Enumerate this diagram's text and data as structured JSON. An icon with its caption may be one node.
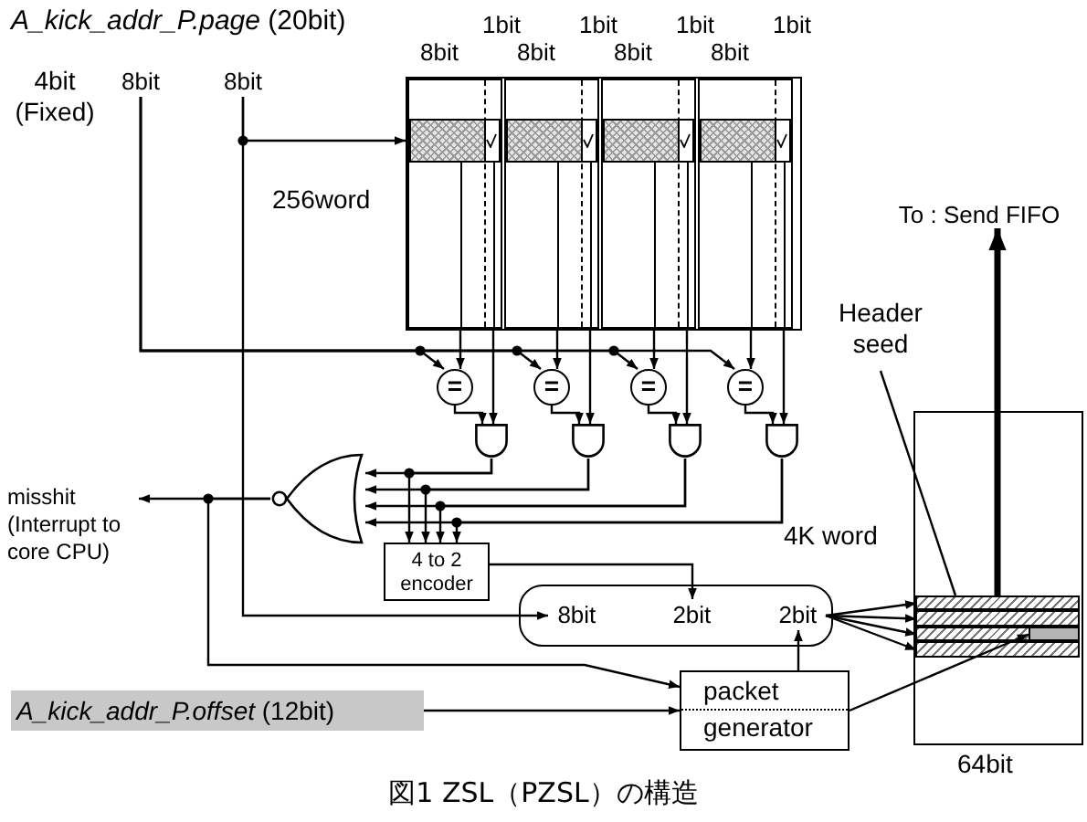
{
  "diagram": {
    "caption": "図1 ZSL（PZSL）の構造",
    "nodes": [
      {
        "text": [
          "8bit"
        ]
      },
      {
        "text": [
          "8bit"
        ]
      },
      {
        "text": [],
        "shape": "box",
        "beside": [
          "256word"
        ]
      },
      {
        "text": [
          "1bit",
          "8bit"
        ],
        "in": 2
      },
      {
        "text": [
          "1bit",
          "8bit"
        ],
        "in": 2
      },
      {
        "text": [
          "1bit",
          "8bit"
        ],
        "in": 2
      },
      {
        "text": [
          "1bit",
          "8bit"
        ],
        "in": 2
      },
      {
        "text": [
          "="
        ]
      },
      {
        "text": [
          "="
        ]
      },
      {
        "text": [
          "="
        ]
      },
      {
        "text": [
          "="
        ]
      },
      {
        "text": [],
        "shape": "and"
      },
      {
        "text": [],
        "shape": "and"
      },
      {
        "text": [],
        "shape": "and"
      },
      {
        "text": [],
        "shape": "and"
      },
      {
        "text": [],
        "shape": "nor"
      },
      {
        "text": [
          "4 to 2 encoder"
        ]
      },
      {
        "text": [
          "misshit (Interrupt to core CPU)"
        ]
      },
      {
        "text": [],
        "shape": "box"
      },
      {
        "text": [
          "8bit"
        ],
        "in": 18
      },
      {
        "text": [
          "2bit"
        ],
        "in": 18
      },
      {
        "text": [
          "2bit"
        ],
        "in": 18
      },
      {
        "text": [
          "*A_kick_addr_P.offset* (12bit)"
        ]
      },
      {
        "text": [
          "packet generator"
        ]
      },
      {
        "text": [],
        "shape": "box",
        "beside": [
          "4K word",
          "64bit"
        ]
      },
      {
        "text": [],
        "shape": "bar",
        "in": 24
      },
      {
        "text": [],
        "shape": "bar",
        "in": 24
      },
      {
        "text": [],
        "shape": "bar",
        "in": 24
      },
      {
        "text": [],
        "shape": "bar",
        "in": 24
      },
      {
        "text": [],
        "shape": "box",
        "in": 27
      },
      {
        "text": [
          "To : Send FIFO"
        ]
      },
      {
        "text": [
          "Header seed"
        ]
      }
    ],
    "edges": [
      {
        "from": 1,
        "to": 2,
        "arrow": "to"
      },
      {
        "from": 1,
        "to": 19,
        "arrow": "to"
      },
      {
        "from": 0,
        "to": 7,
        "arrow": "to"
      },
      {
        "from": 0,
        "to": 8,
        "arrow": "to"
      },
      {
        "from": 0,
        "to": 9,
        "arrow": "to"
      },
      {
        "from": 0,
        "to": 10,
        "arrow": "to"
      },
      {
        "from": 3,
        "to": 7,
        "arrow": "to"
      },
      {
        "from": 4,
        "to": 8,
        "arrow": "to"
      },
      {
        "from": 5,
        "to": 9,
        "arrow": "to"
      },
      {
        "from": 6,
        "to": 10,
        "arrow": "to"
      },
      {
        "from": 3,
        "to": 11,
        "arrow": "to"
      },
      {
        "from": 4,
        "to": 12,
        "arrow": "to"
      },
      {
        "from": 5,
        "to": 13,
        "arrow": "to"
      },
      {
        "from": 6,
        "to": 14,
        "arrow": "to"
      },
      {
        "from": 7,
        "to": 11,
        "arrow": "to"
      },
      {
        "from": 8,
        "to": 12,
        "arrow": "to"
      },
      {
        "from": 9,
        "to": 13,
        "arrow": "to"
      },
      {
        "from": 10,
        "to": 14,
        "arrow": "to"
      },
      {
        "from": 11,
        "to": 15,
        "arrow": "to"
      },
      {
        "from": 12,
        "to": 15,
        "arrow": "to"
      },
      {
        "from": 13,
        "to": 15,
        "arrow": "to"
      },
      {
        "from": 14,
        "to": 15,
        "arrow": "to"
      },
      {
        "from": 11,
        "to": 16,
        "arrow": "to"
      },
      {
        "from": 12,
        "to": 16,
        "arrow": "to"
      },
      {
        "from": 13,
        "to": 16,
        "arrow": "to"
      },
      {
        "from": 14,
        "to": 16,
        "arrow": "to"
      },
      {
        "from": 15,
        "to": 17,
        "arrow": "to"
      },
      {
        "from": 15,
        "to": 23,
        "arrow": "to"
      },
      {
        "from": 16,
        "to": 20,
        "arrow": "to"
      },
      {
        "from": 23,
        "to": 21,
        "arrow": "to"
      },
      {
        "from": 21,
        "to": 25,
        "arrow": "to"
      },
      {
        "from": 21,
        "to": 26,
        "arrow": "to"
      },
      {
        "from": 21,
        "to": 27,
        "arrow": "to"
      },
      {
        "from": 21,
        "to": 28,
        "arrow": "to"
      },
      {
        "from": 22,
        "to": 23,
        "arrow": "to"
      },
      {
        "from": 23,
        "to": 29,
        "arrow": "to"
      },
      {
        "from": 25,
        "to": 30,
        "arrow": "to",
        "style": "thick"
      },
      {
        "from": 31,
        "to": 25,
        "arrow": "none"
      }
    ],
    "labels": [
      "*A_kick_addr_P.page* (20bit)",
      "4bit (Fixed)"
    ]
  }
}
